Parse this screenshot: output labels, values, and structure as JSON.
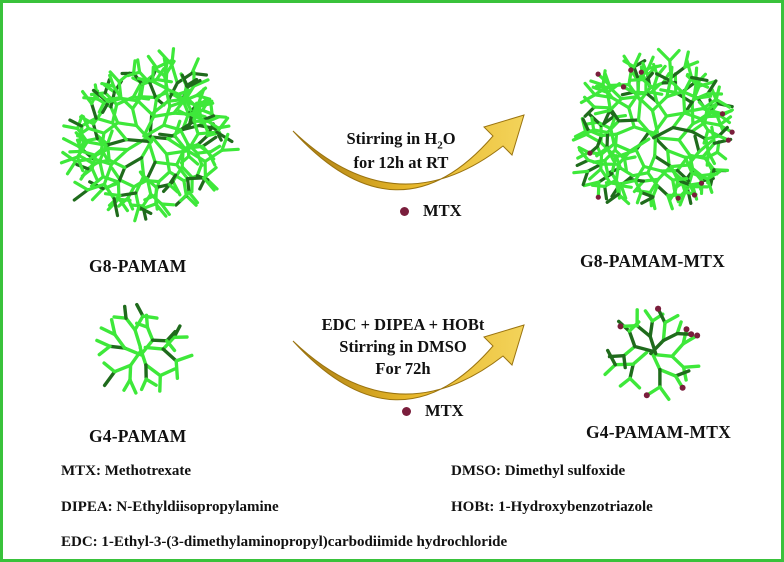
{
  "colors": {
    "frame": "#39c23b",
    "dendrimer": "#3ee83a",
    "dendrimer_dark": "#1f6b1c",
    "arrow": "#e7b72a",
    "arrow_dark": "#b8860b",
    "mtx_dot": "#7a1e3c"
  },
  "reactions": [
    {
      "reactant": "G8-PAMAM",
      "product": "G8-PAMAM-MTX",
      "condition_line1_main": "Stirring in H",
      "condition_line1_sub": "2",
      "condition_line1_tail": "O",
      "condition_line2": "for 12h at RT",
      "reagent": "MTX"
    },
    {
      "reactant": "G4-PAMAM",
      "product": "G4-PAMAM-MTX",
      "condition_line1": "EDC + DIPEA + HOBt",
      "condition_line2": "Stirring in DMSO",
      "condition_line3": "For 72h",
      "reagent": "MTX"
    }
  ],
  "legend": {
    "mtx": "MTX: Methotrexate",
    "dmso": "DMSO: Dimethyl sulfoxide",
    "dipea": "DIPEA: N-Ethyldiisopropylamine",
    "hobt": "HOBt: 1-Hydroxybenzotriazole",
    "edc": "EDC: 1-Ethyl-3-(3-dimethylaminopropyl)carbodiimide  hydrochloride"
  }
}
